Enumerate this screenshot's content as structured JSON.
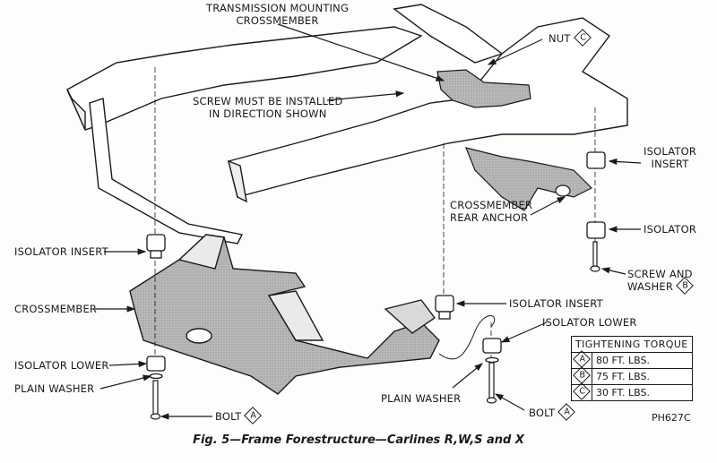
{
  "figure": {
    "caption": "Fig. 5—Frame Forestructure—Carlines R,W,S and X",
    "code": "PH627C"
  },
  "labels": {
    "transmission_crossmember": [
      "TRANSMISSION MOUNTING",
      "CROSSMEMBER"
    ],
    "nut": "NUT",
    "nut_key": "C",
    "screw_direction": [
      "SCREW MUST BE INSTALLED",
      "IN DIRECTION SHOWN"
    ],
    "isolator_insert_right": [
      "ISOLATOR",
      "INSERT"
    ],
    "crossmember_rear_anchor": [
      "CROSSMEMBER",
      "REAR ANCHOR"
    ],
    "isolator_right": "ISOLATOR",
    "screw_and_washer": [
      "SCREW AND",
      "WASHER"
    ],
    "screw_and_washer_key": "B",
    "isolator_insert_left": "ISOLATOR INSERT",
    "crossmember": "CROSSMEMBER",
    "isolator_insert_center": "ISOLATOR INSERT",
    "isolator_lower_right": "ISOLATOR LOWER",
    "isolator_lower_left": "ISOLATOR LOWER",
    "plain_washer_left": "PLAIN WASHER",
    "plain_washer_center": "PLAIN WASHER",
    "bolt_left": "BOLT",
    "bolt_left_key": "A",
    "bolt_right": "BOLT",
    "bolt_right_key": "A"
  },
  "torque_table": {
    "title": "TIGHTENING TORQUE",
    "rows": [
      {
        "key": "A",
        "value": "80 FT. LBS."
      },
      {
        "key": "B",
        "value": "75 FT. LBS."
      },
      {
        "key": "C",
        "value": "30 FT. LBS."
      }
    ]
  }
}
